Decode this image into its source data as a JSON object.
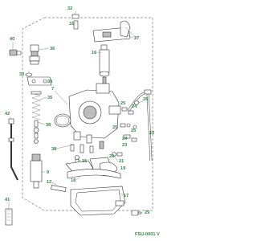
{
  "diagram": {
    "caption": "FSU-0001 V",
    "callouts": {
      "c32": "32",
      "c31": "31",
      "c27": "27",
      "c16": "16",
      "c40": "40",
      "c36": "36",
      "c33": "33",
      "c34": "34",
      "c7": "7",
      "c35": "35",
      "c38": "38",
      "c28": "28",
      "c25": "25",
      "c24": "24",
      "c22": "22",
      "c23": "23",
      "c42": "42",
      "c15": "15",
      "c20": "20",
      "c21": "21",
      "c19": "19",
      "c18": "18",
      "c9": "9",
      "c12": "12",
      "c17": "17",
      "c41": "41",
      "c29": "29"
    }
  }
}
